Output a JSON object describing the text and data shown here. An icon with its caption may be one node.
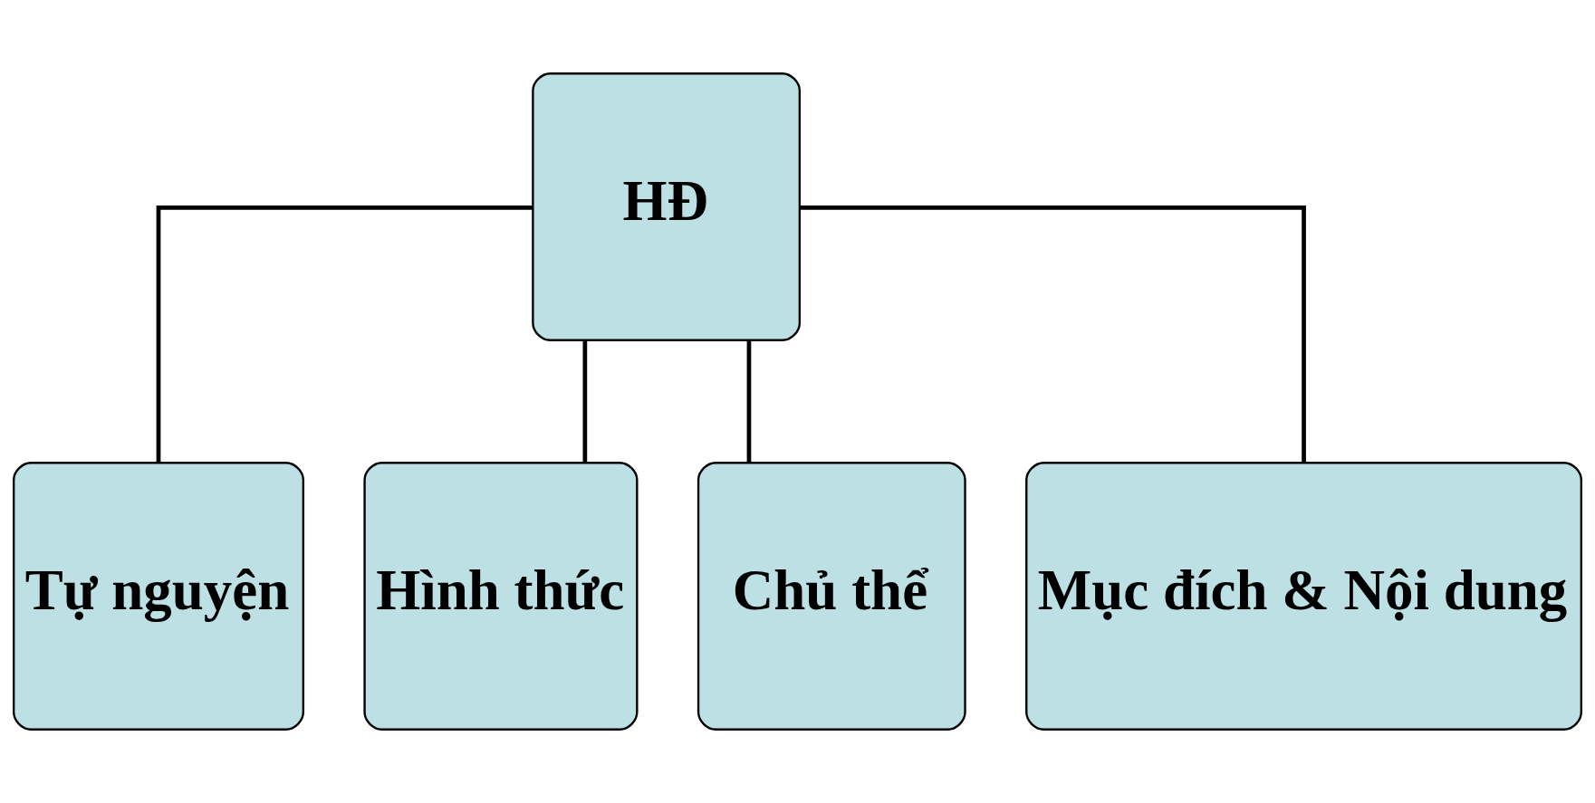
{
  "diagram": {
    "nodes": [
      {
        "text": [
          "HĐ"
        ]
      },
      {
        "text": [
          "Tự nguyện"
        ]
      },
      {
        "text": [
          "Hình thức"
        ]
      },
      {
        "text": [
          "Chủ thể"
        ]
      },
      {
        "text": [
          "Mục đích & Nội dung"
        ]
      }
    ],
    "edges": [
      {
        "from": 0,
        "to": 1,
        "arrow": "none"
      },
      {
        "from": 0,
        "to": 2,
        "arrow": "none"
      },
      {
        "from": 0,
        "to": 3,
        "arrow": "none"
      },
      {
        "from": 0,
        "to": 4,
        "arrow": "none"
      }
    ]
  }
}
